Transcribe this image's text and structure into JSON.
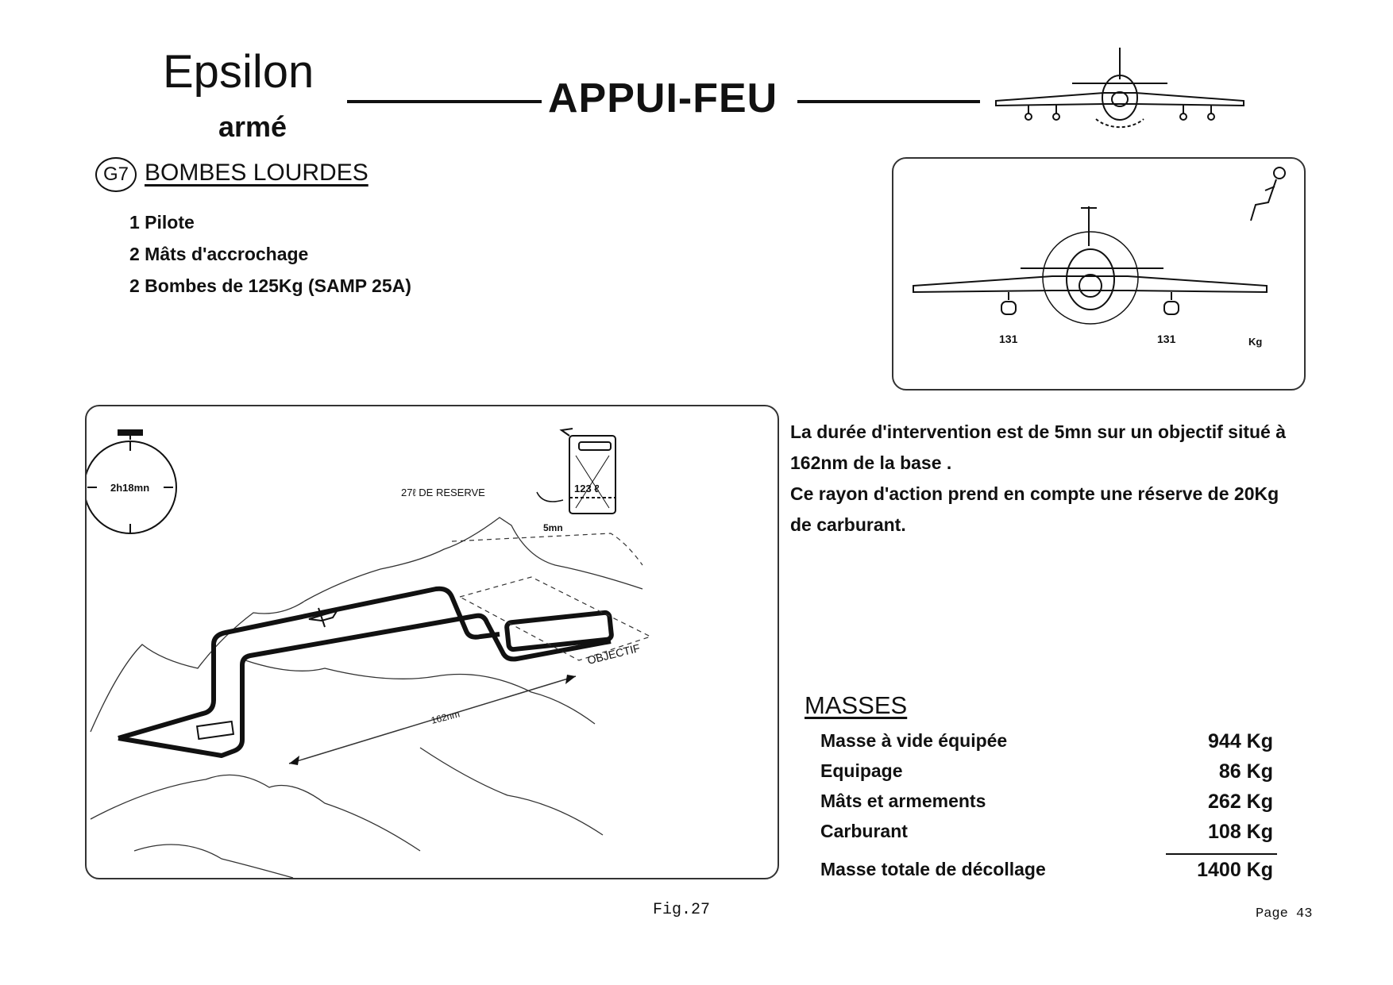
{
  "header": {
    "brand": "Epsilon",
    "brand_sub": "armé",
    "title": "APPUI-FEU"
  },
  "section": {
    "code": "G7",
    "title": "BOMBES LOURDES",
    "items": [
      "1 Pilote",
      "2 Mâts d'accrochage",
      "2 Bombes de 125Kg (SAMP 25A)"
    ]
  },
  "weights_figure": {
    "left_weight": "131",
    "right_weight": "131",
    "unit": "Kg"
  },
  "mission_figure": {
    "duration": "2h18mn",
    "reserve_label": "27ℓ DE RESERVE",
    "tank_volume": "123 ℓ",
    "loiter_time": "5mn",
    "distance": "162nm",
    "target_label": "OBJECTIF"
  },
  "description": [
    "La durée d'intervention est de 5mn sur un objectif situé à 162nm de la base .",
    "Ce rayon d'action prend en compte une réserve de 20Kg de carburant."
  ],
  "masses": {
    "title": "MASSES",
    "rows": [
      {
        "label": "Masse à vide équipée",
        "value": "944  Kg"
      },
      {
        "label": "Equipage",
        "value": "86  Kg"
      },
      {
        "label": "Mâts et armements",
        "value": "262  Kg"
      },
      {
        "label": "Carburant",
        "value": "108  Kg"
      },
      {
        "label": "Masse totale de décollage",
        "value": "1400  Kg"
      }
    ]
  },
  "footer": {
    "figure_label": "Fig.27",
    "page_label": "Page 43"
  }
}
